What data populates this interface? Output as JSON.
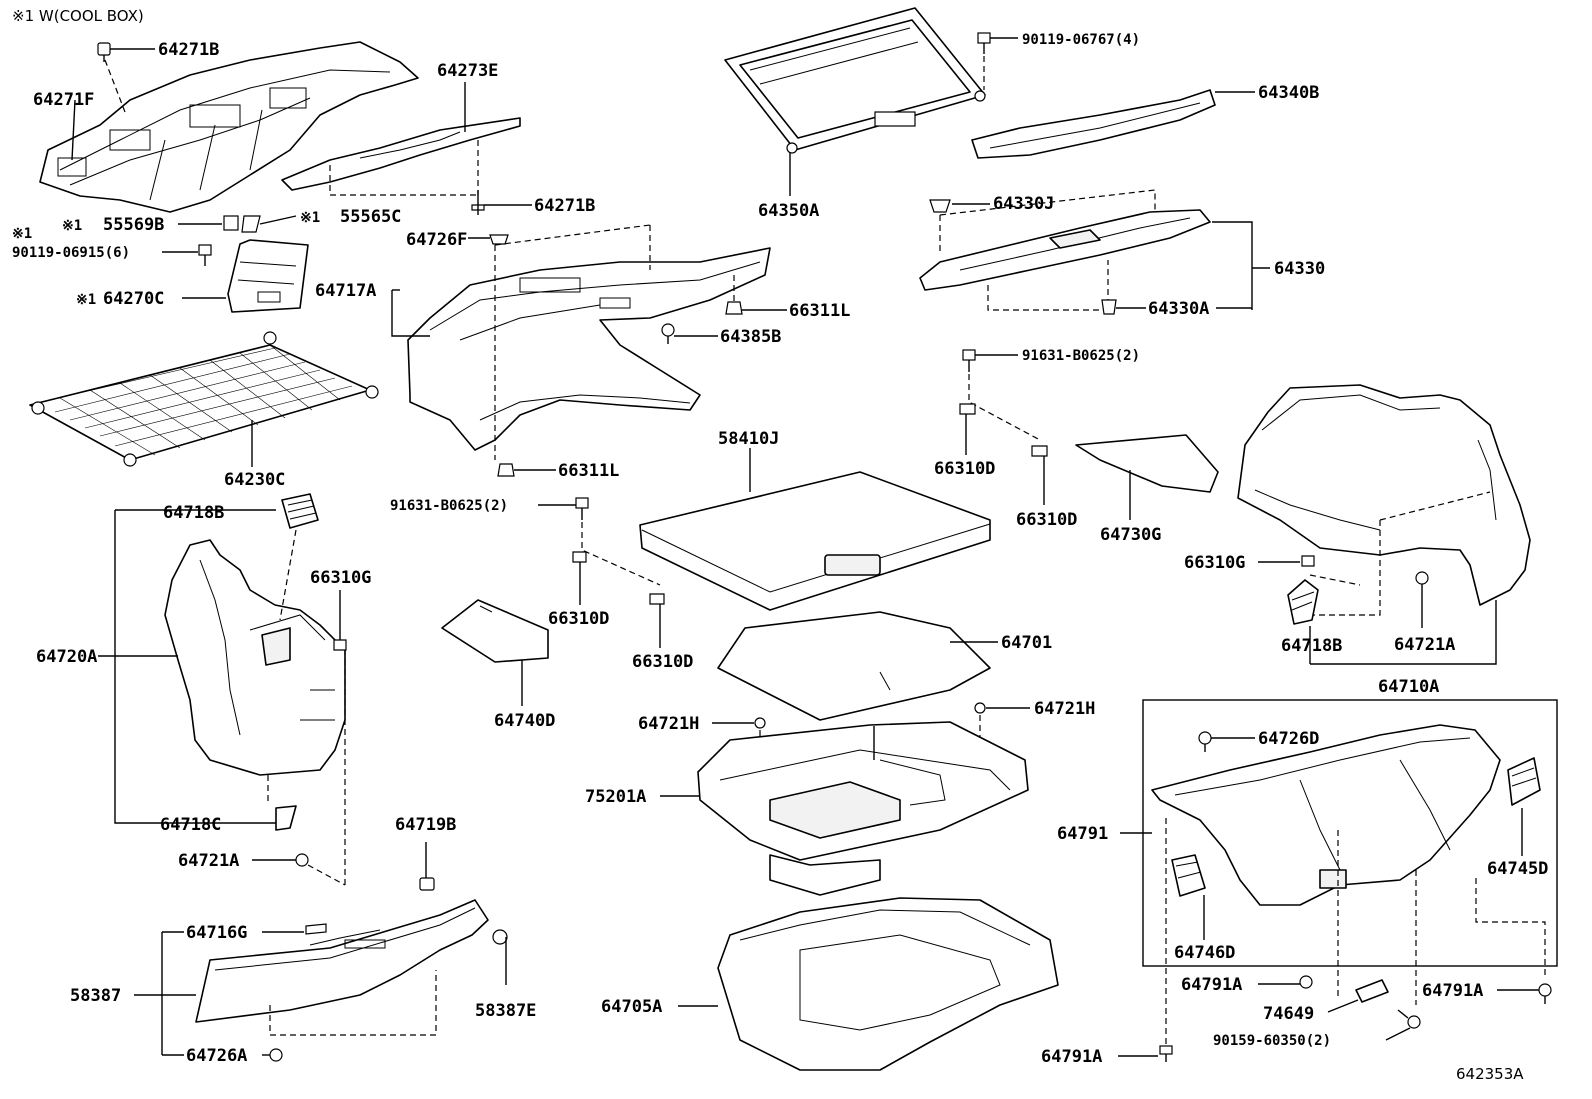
{
  "note": {
    "cool_box": "※1 W(COOL BOX)",
    "mark_1": "※1"
  },
  "labels": {
    "p64271B_top": "64271B",
    "p64271F": "64271F",
    "p64273E": "64273E",
    "p64271B_mid": "64271B",
    "p55569B": "55569B",
    "p55565C": "55565C",
    "p90119_06915": "90119-06915(6)",
    "p64270C": "64270C",
    "p64230C": "64230C",
    "p64726F": "64726F",
    "p64717A": "64717A",
    "p66311L_a": "66311L",
    "p64385B": "64385B",
    "p66311L_b": "66311L",
    "p91631_B0625_a": "91631-B0625(2)",
    "p66310D_a": "66310D",
    "p66310D_b": "66310D",
    "p64740D": "64740D",
    "p64718B_a": "64718B",
    "p66310G_a": "66310G",
    "p64720A": "64720A",
    "p64718C": "64718C",
    "p64721A_a": "64721A",
    "p64719B": "64719B",
    "p64716G": "64716G",
    "p58387": "58387",
    "p58387E": "58387E",
    "p64726A": "64726A",
    "p90119_06767": "90119-06767(4)",
    "p64340B": "64340B",
    "p64350A": "64350A",
    "p64330J": "64330J",
    "p64330": "64330",
    "p64330A": "64330A",
    "p91631_B0625_b": "91631-B0625(2)",
    "p66310D_c": "66310D",
    "p66310D_d": "66310D",
    "p64730G": "64730G",
    "p58410J": "58410J",
    "p64701": "64701",
    "p64721H_a": "64721H",
    "p64721H_b": "64721H",
    "p75201A": "75201A",
    "p64705A": "64705A",
    "p66310G_b": "66310G",
    "p64718B_b": "64718B",
    "p64721A_b": "64721A",
    "p64710A": "64710A",
    "p64726D": "64726D",
    "p64791": "64791",
    "p64745D": "64745D",
    "p64746D": "64746D",
    "p64791A_a": "64791A",
    "p74649": "74649",
    "p64791A_b": "64791A",
    "p90159_60350": "90159-60350(2)",
    "p64791A_c": "64791A"
  },
  "reference_code": "642353A"
}
